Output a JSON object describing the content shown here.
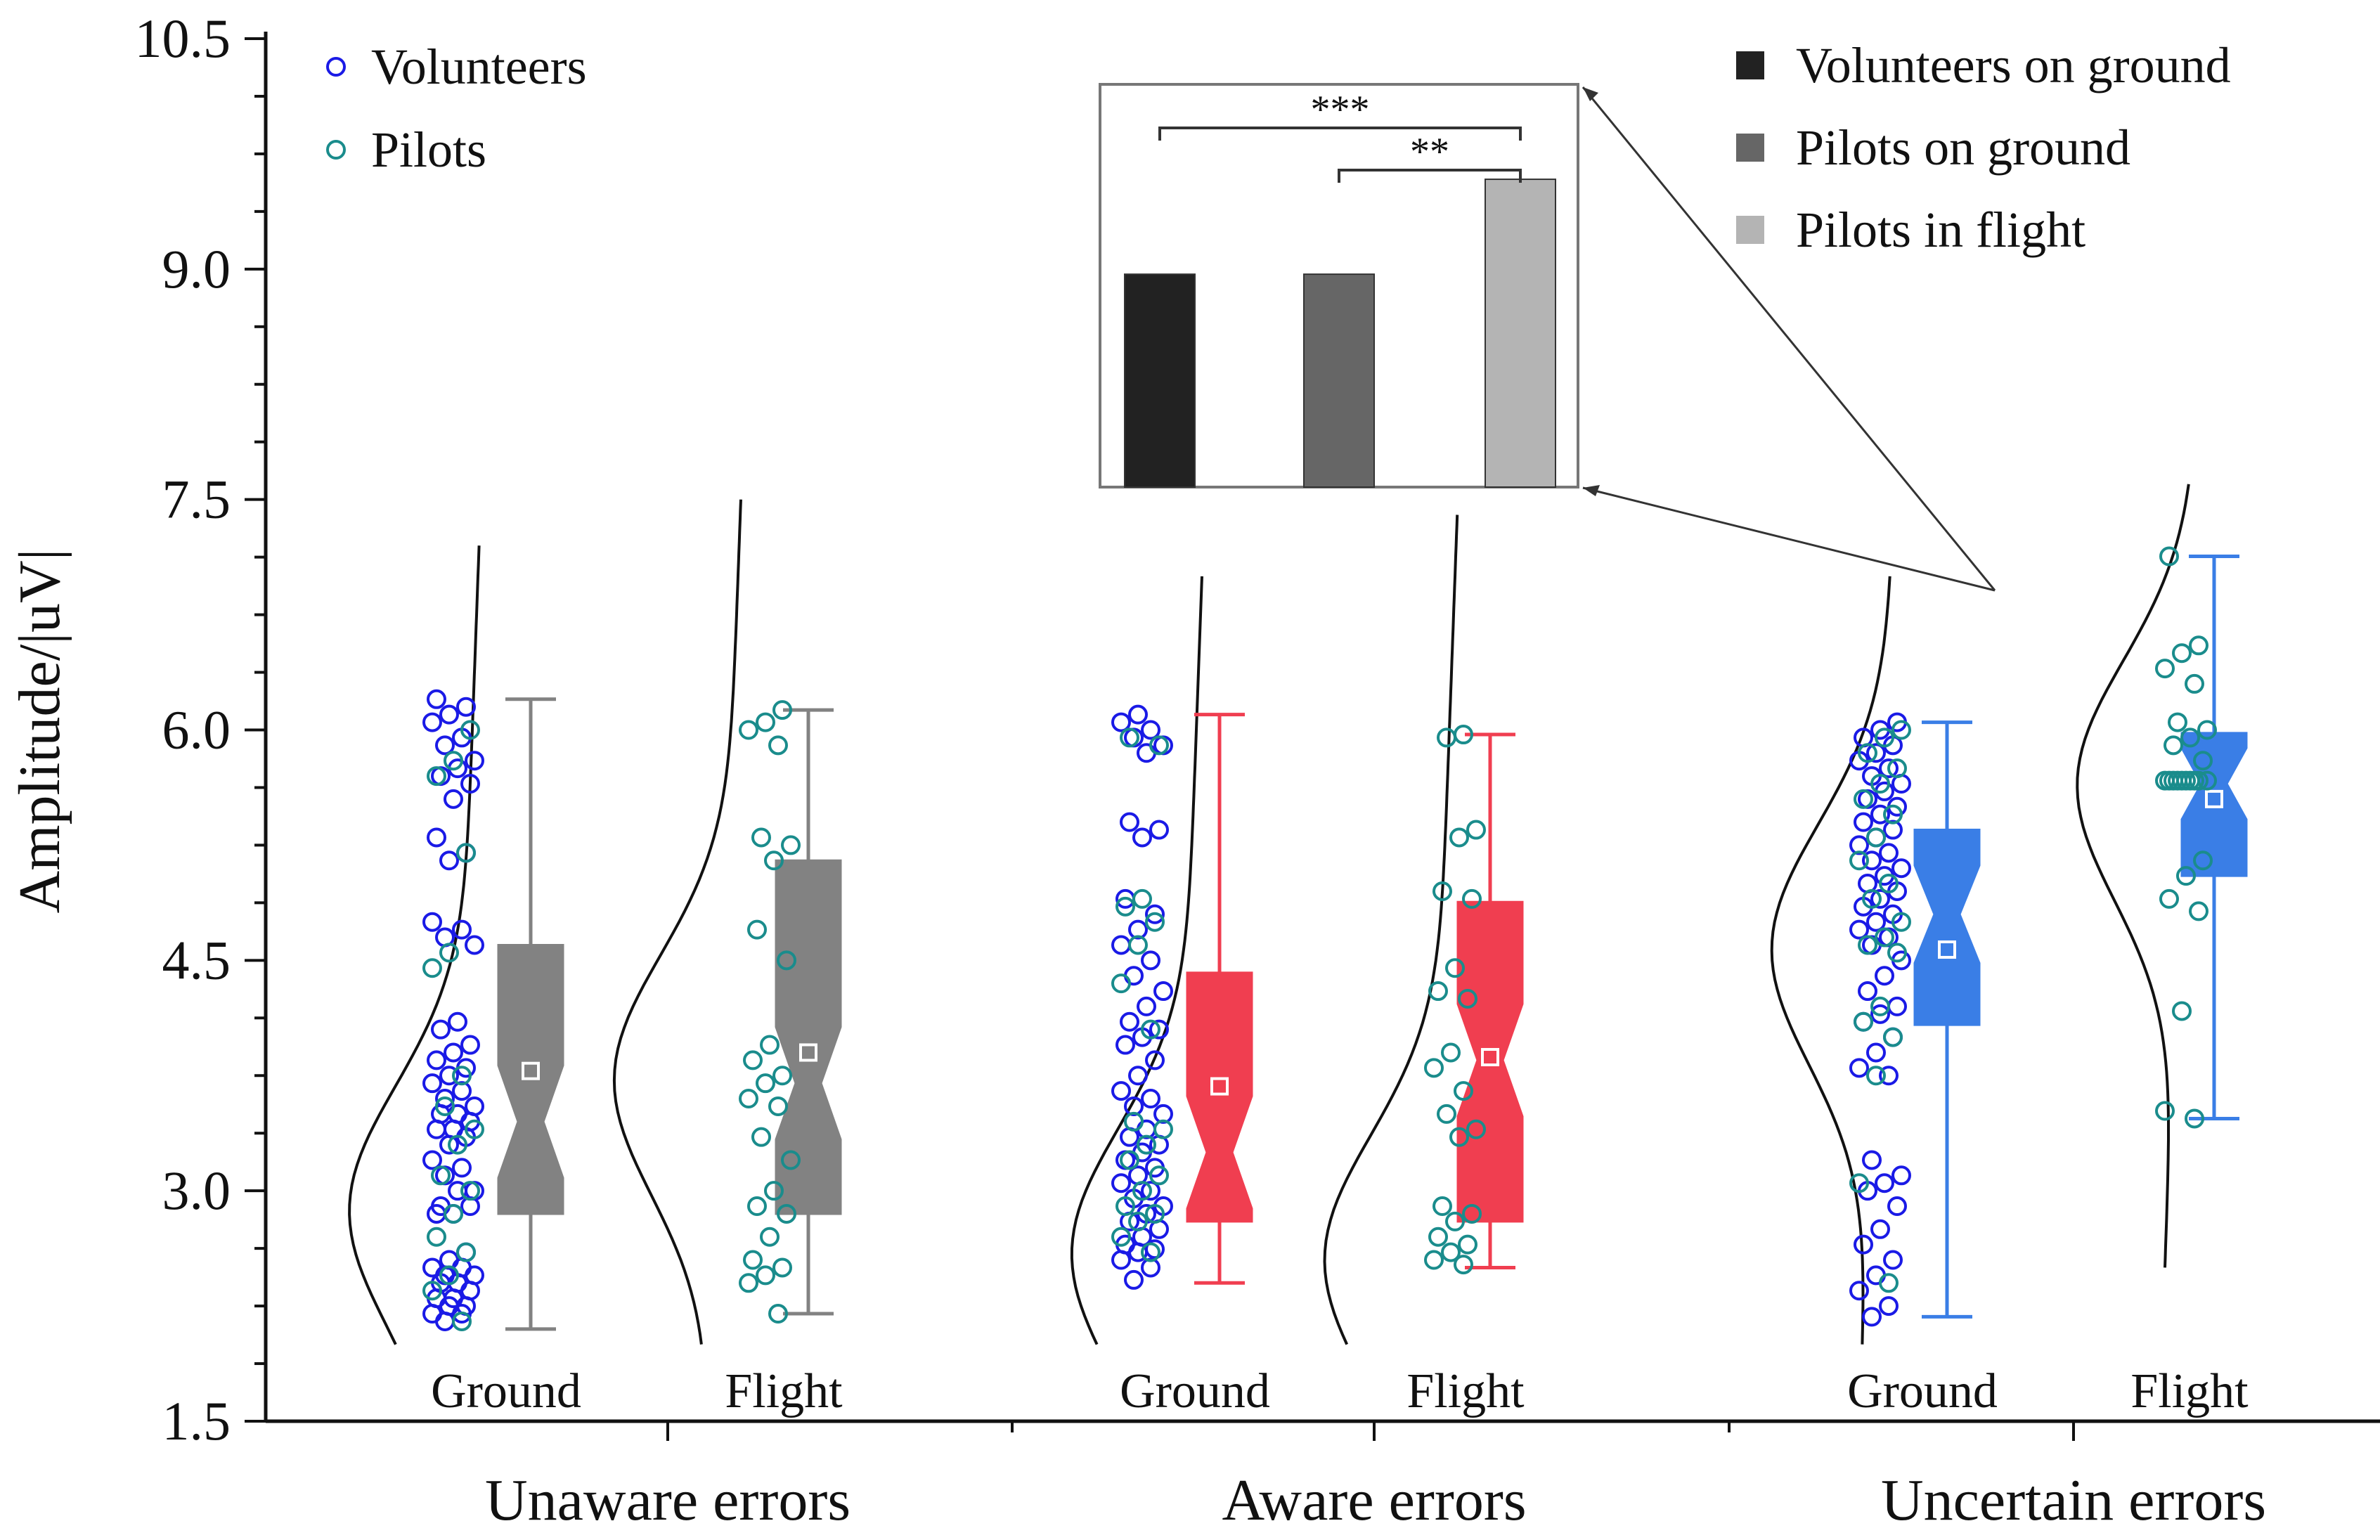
{
  "chart_data": {
    "type": "raincloud",
    "ylabel": "Amplitude/|uV|",
    "ylim": [
      1.5,
      10.5
    ],
    "yticks": [
      "1.5",
      "3.0",
      "4.5",
      "6.0",
      "7.5",
      "9.0",
      "10.5"
    ],
    "legend_points": [
      {
        "label": "Volunteers",
        "color": "#1a1ae6"
      },
      {
        "label": "Pilots",
        "color": "#1a8c8c"
      }
    ],
    "legend_bars": [
      {
        "label": "Volunteers on ground",
        "color": "#222222"
      },
      {
        "label": "Pilots on ground",
        "color": "#666666"
      },
      {
        "label": "Pilots in flight",
        "color": "#b4b4b4"
      }
    ],
    "groups": [
      {
        "name": "Unaware errors",
        "color": "#828282",
        "conditions": [
          {
            "label": "Ground",
            "whisker": [
              2.1,
              6.2
            ],
            "box": [
              2.85,
              4.6
            ],
            "median": 3.45,
            "mean": 3.78,
            "density_range": [
              2.0,
              7.2
            ],
            "density_peak": 2.9
          },
          {
            "label": "Flight",
            "whisker": [
              2.2,
              6.13
            ],
            "box": [
              2.85,
              5.15
            ],
            "median": 3.7,
            "mean": 3.9,
            "density_range": [
              2.0,
              7.5
            ],
            "density_peak": 3.75
          }
        ]
      },
      {
        "name": "Aware errors",
        "color": "#f03e50",
        "conditions": [
          {
            "label": "Ground",
            "whisker": [
              2.4,
              6.1
            ],
            "box": [
              2.8,
              4.42
            ],
            "median": 3.25,
            "mean": 3.68,
            "density_range": [
              2.0,
              7.0
            ],
            "density_peak": 2.62
          },
          {
            "label": "Flight",
            "whisker": [
              2.5,
              5.97
            ],
            "box": [
              2.8,
              4.88
            ],
            "median": 3.85,
            "mean": 3.87,
            "density_range": [
              2.0,
              7.4
            ],
            "density_peak": 2.58
          }
        ]
      },
      {
        "name": "Uncertain errors",
        "color": "#3a7ee6",
        "conditions": [
          {
            "label": "Ground",
            "whisker": [
              2.18,
              6.05
            ],
            "box": [
              4.08,
              5.35
            ],
            "median": 4.8,
            "mean": 4.57,
            "density_range": [
              2.0,
              7.0
            ],
            "density_peak": 4.6
          },
          {
            "label": "Flight",
            "whisker": [
              3.47,
              7.13
            ],
            "box": [
              5.05,
              5.98
            ],
            "median": 5.65,
            "mean": 5.55,
            "density_range": [
              2.5,
              7.6
            ],
            "density_peak": 5.67
          }
        ]
      }
    ],
    "points": [
      [
        {
          "volunteers": [
            2.15,
            2.2,
            2.2,
            2.25,
            2.25,
            2.3,
            2.3,
            2.35,
            2.4,
            2.4,
            2.45,
            2.45,
            2.5,
            2.5,
            2.55,
            2.6,
            2.85,
            2.85,
            2.9,
            2.9,
            3.0,
            3.0,
            3.1,
            3.15,
            3.2,
            3.3,
            3.35,
            3.4,
            3.4,
            3.45,
            3.5,
            3.5,
            3.55,
            3.6,
            3.65,
            3.7,
            3.75,
            3.8,
            3.85,
            3.9,
            3.95,
            4.05,
            4.1,
            4.6,
            4.65,
            4.7,
            4.75,
            5.15,
            5.2,
            5.3,
            5.55,
            5.65,
            5.7,
            5.75,
            5.8,
            5.9,
            5.95,
            6.05,
            6.1,
            6.15,
            6.2
          ],
          "pilots": [
            2.15,
            2.35,
            2.45,
            2.6,
            2.7,
            2.85,
            3.0,
            3.1,
            3.3,
            3.4,
            3.55,
            3.75,
            4.45,
            4.55,
            5.2,
            5.7,
            5.8,
            6.0
          ]
        },
        {
          "pilots": [
            2.2,
            2.4,
            2.45,
            2.5,
            2.55,
            2.7,
            2.85,
            2.9,
            3.0,
            3.2,
            3.35,
            3.55,
            3.6,
            3.7,
            3.75,
            3.85,
            3.95,
            4.5,
            4.7,
            5.15,
            5.25,
            5.3,
            5.9,
            6.0,
            6.05,
            6.13
          ]
        }
      ],
      [
        {
          "volunteers": [
            2.42,
            2.5,
            2.55,
            2.6,
            2.62,
            2.65,
            2.7,
            2.75,
            2.8,
            2.85,
            2.9,
            2.95,
            3.0,
            3.05,
            3.1,
            3.15,
            3.2,
            3.25,
            3.3,
            3.35,
            3.4,
            3.5,
            3.55,
            3.6,
            3.65,
            3.75,
            3.85,
            3.95,
            4.0,
            4.05,
            4.1,
            4.2,
            4.3,
            4.4,
            4.5,
            4.6,
            4.7,
            4.8,
            4.9,
            5.3,
            5.35,
            5.4,
            5.85,
            5.9,
            5.95,
            6.0,
            6.05,
            6.1
          ],
          "pilots": [
            2.6,
            2.7,
            2.8,
            2.85,
            2.9,
            3.0,
            3.1,
            3.2,
            3.3,
            3.4,
            3.45,
            4.05,
            4.35,
            4.6,
            4.75,
            4.85,
            4.9,
            5.9,
            5.95
          ]
        },
        {
          "pilots": [
            2.52,
            2.55,
            2.6,
            2.65,
            2.7,
            2.8,
            2.85,
            2.9,
            3.35,
            3.4,
            3.5,
            3.65,
            3.8,
            3.9,
            4.25,
            4.3,
            4.45,
            4.9,
            4.95,
            5.3,
            5.35,
            5.95,
            5.97
          ]
        }
      ],
      [
        {
          "volunteers": [
            2.18,
            2.25,
            2.35,
            2.45,
            2.55,
            2.65,
            2.75,
            2.9,
            3.0,
            3.05,
            3.1,
            3.2,
            3.75,
            3.8,
            3.9,
            4.0,
            4.1,
            4.15,
            4.2,
            4.3,
            4.4,
            4.5,
            4.6,
            4.65,
            4.7,
            4.75,
            4.8,
            4.85,
            4.9,
            4.95,
            5.0,
            5.05,
            5.1,
            5.15,
            5.2,
            5.25,
            5.3,
            5.35,
            5.4,
            5.45,
            5.5,
            5.55,
            5.6,
            5.65,
            5.7,
            5.75,
            5.8,
            5.85,
            5.9,
            5.95,
            6.0,
            6.05
          ],
          "pilots": [
            2.4,
            3.05,
            3.75,
            4.0,
            4.1,
            4.2,
            4.55,
            4.6,
            4.65,
            4.75,
            4.9,
            5.0,
            5.15,
            5.3,
            5.45,
            5.55,
            5.65,
            5.75,
            5.85,
            5.95,
            6.0
          ]
        },
        {
          "pilots": [
            3.47,
            3.52,
            4.17,
            4.82,
            4.9,
            5.05,
            5.15,
            5.67,
            5.67,
            5.67,
            5.67,
            5.67,
            5.67,
            5.67,
            5.67,
            5.67,
            5.67,
            5.8,
            5.9,
            5.95,
            6.0,
            6.05,
            6.3,
            6.4,
            6.5,
            6.55,
            7.13
          ]
        }
      ]
    ],
    "inset": {
      "bars": [
        {
          "name": "Volunteers on ground",
          "value": 9.14,
          "color": "#222222"
        },
        {
          "name": "Pilots on ground",
          "value": 9.14,
          "color": "#666666"
        },
        {
          "name": "Pilots in flight",
          "value": 9.47,
          "color": "#b4b4b4"
        }
      ],
      "brackets": [
        {
          "from": 0,
          "to": 2,
          "label": "***"
        },
        {
          "from": 1,
          "to": 2,
          "label": "**"
        }
      ]
    }
  }
}
